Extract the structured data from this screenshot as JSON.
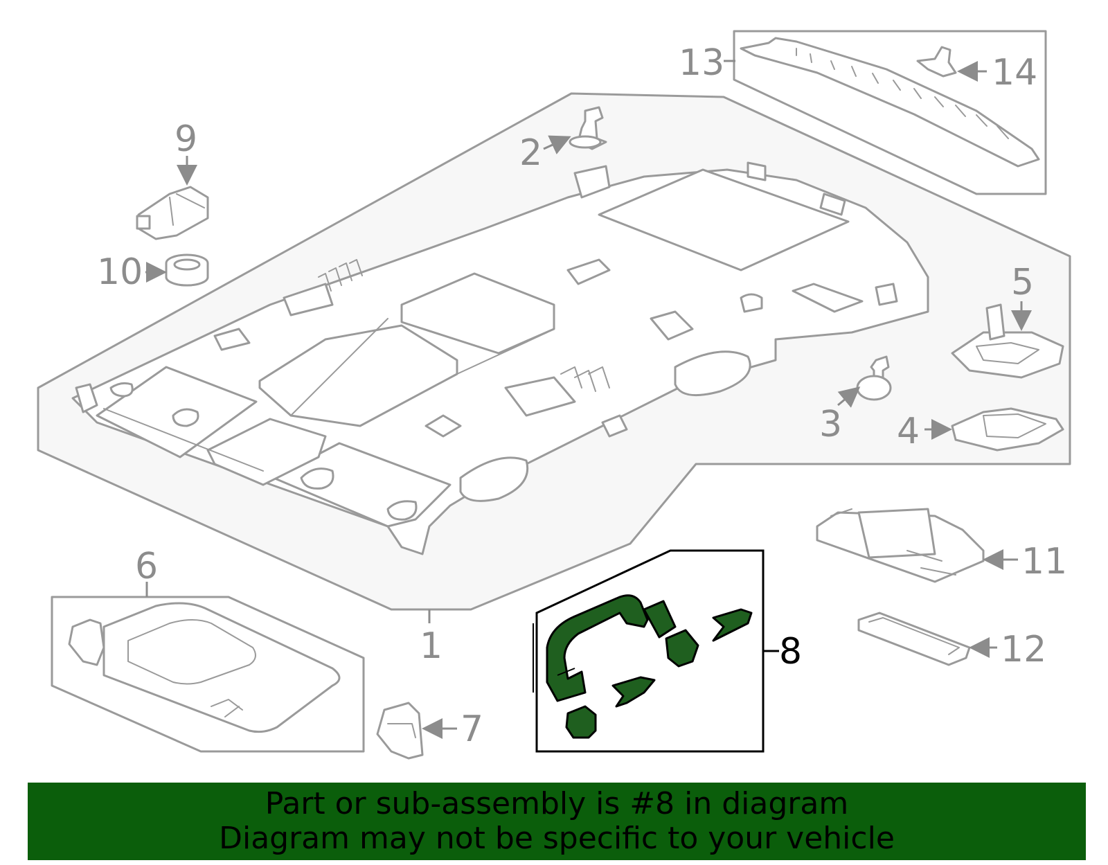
{
  "callouts": {
    "c1": "1",
    "c2": "2",
    "c3": "3",
    "c4": "4",
    "c5": "5",
    "c6": "6",
    "c7": "7",
    "c8": "8",
    "c9": "9",
    "c10": "10",
    "c11": "11",
    "c12": "12",
    "c13": "13",
    "c14": "14"
  },
  "highlighted_part": "8",
  "colors": {
    "highlight": "#1f5f1f",
    "banner_bg": "#0b5e0b",
    "line": "#9a9a9a"
  },
  "banner": {
    "line1": "Part or sub-assembly is #8 in diagram",
    "line2": "Diagram may not be specific to your vehicle"
  }
}
